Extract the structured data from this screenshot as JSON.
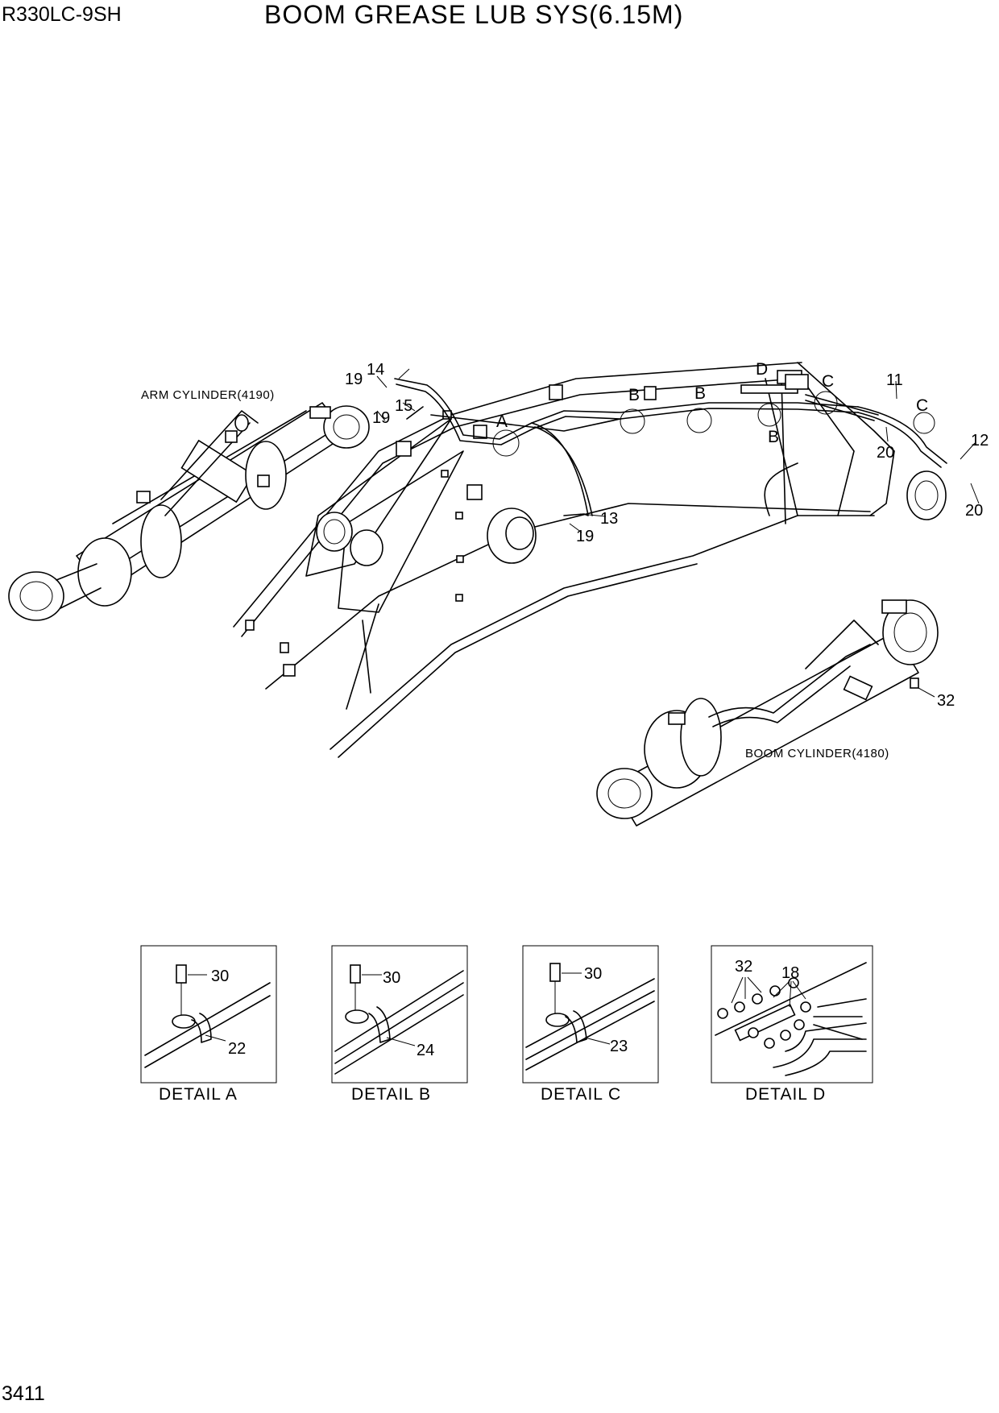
{
  "header": {
    "model": "R330LC-9SH",
    "title": "BOOM GREASE LUB SYS(6.15M)"
  },
  "page_number": "3411",
  "notes": {
    "arm_cylinder": "ARM CYLINDER(4190)",
    "boom_cylinder": "BOOM CYLINDER(4180)"
  },
  "callouts": {
    "p14": "14",
    "p19a": "19",
    "p19b": "19",
    "p15": "15",
    "p13": "13",
    "p19c": "19",
    "p11": "11",
    "p12": "12",
    "p20a": "20",
    "p20b": "20",
    "p32": "32"
  },
  "detail_letters": {
    "a": "A",
    "b1": "B",
    "b2": "B",
    "b3": "B",
    "c1": "C",
    "c2": "C",
    "d": "D"
  },
  "details": [
    {
      "caption": "DETAIL  A",
      "parts": [
        "30",
        "22"
      ]
    },
    {
      "caption": "DETAIL  B",
      "parts": [
        "30",
        "24"
      ]
    },
    {
      "caption": "DETAIL  C",
      "parts": [
        "30",
        "23"
      ]
    },
    {
      "caption": "DETAIL  D",
      "parts": [
        "32",
        "18"
      ]
    }
  ]
}
